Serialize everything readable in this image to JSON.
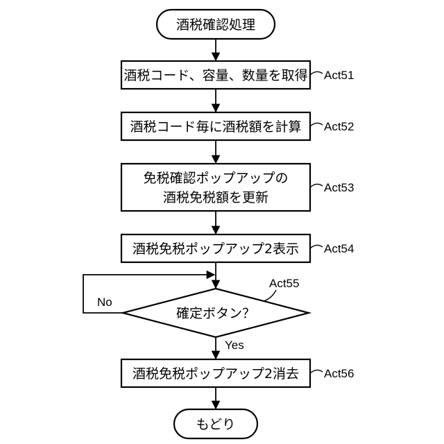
{
  "flowchart": {
    "start": "酒税確認処理",
    "steps": [
      {
        "lines": [
          "酒税コード、容量、数量を取得"
        ],
        "label": "Act51"
      },
      {
        "lines": [
          "酒税コード毎に酒税額を計算"
        ],
        "label": "Act52"
      },
      {
        "lines": [
          "免税確認ポップアップの",
          "酒税免税額を更新"
        ],
        "label": "Act53"
      },
      {
        "lines": [
          "酒税免税ポップアップ2表示"
        ],
        "label": "Act54"
      }
    ],
    "decision": {
      "text": "確定ボタン？",
      "label": "Act55",
      "no": "No",
      "yes": "Yes"
    },
    "final_step": {
      "lines": [
        "酒税免税ポップアップ2消去"
      ],
      "label": "Act56"
    },
    "end": "もどり"
  }
}
